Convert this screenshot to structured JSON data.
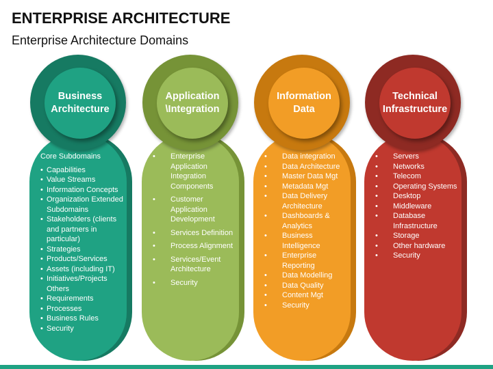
{
  "title": "ENTERPRISE ARCHITECTURE",
  "subtitle": "Enterprise Architecture Domains",
  "columns": [
    {
      "title": "Business\nArchitecture",
      "color": "#1fa283",
      "dark": "#167a62",
      "heading": "Core Subdomains",
      "items": [
        "Capabilities",
        "Value Streams",
        "Information Concepts",
        "Organization Extended Subdomains",
        "Stakeholders (clients and partners in particular)",
        "Strategies",
        "Products/Services",
        "Assets (including IT)",
        "Initiatives/Projects Others",
        "Requirements",
        "Processes",
        "Business Rules",
        "Security"
      ]
    },
    {
      "title": "Application\n\\Integration",
      "color": "#9bbb59",
      "dark": "#769337",
      "items": [
        "Enterprise Application Integration Components",
        "Customer Application Development",
        "Services Definition",
        "Process Alignment",
        "Services/Event Architecture",
        "Security"
      ]
    },
    {
      "title": "Information\nData",
      "color": "#f29d26",
      "dark": "#c7790f",
      "items": [
        "Data integration",
        "Data Architecture",
        "Master Data Mgt",
        "Metadata Mgt",
        "Data Delivery Architecture",
        "Dashboards & Analytics",
        "Business Intelligence",
        "Enterprise Reporting",
        "Data Modelling",
        "Data Quality",
        "Content Mgt",
        "Security"
      ]
    },
    {
      "title": "Technical\nInfrastructure",
      "color": "#c0392f",
      "dark": "#8e2a23",
      "items": [
        "Servers",
        " Networks",
        " Telecom",
        "Operating Systems",
        "Desktop",
        "Middleware",
        "Database Infrastructure",
        "Storage",
        "Other hardware",
        "Security"
      ]
    }
  ]
}
